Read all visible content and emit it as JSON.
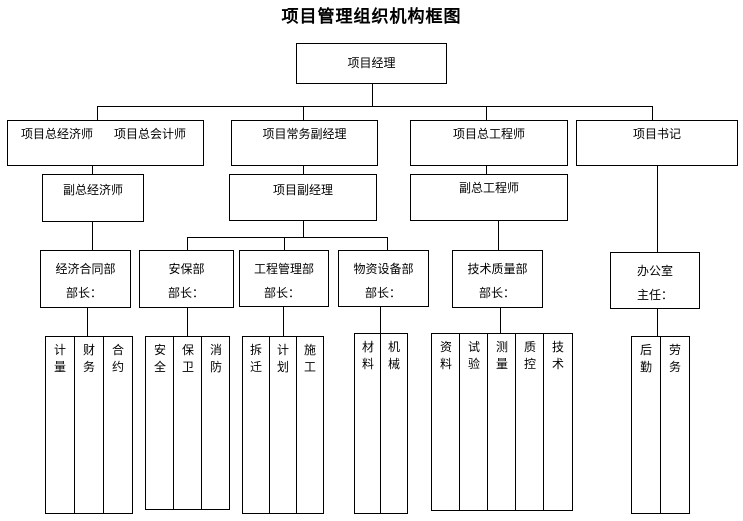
{
  "title": "项目管理组织机构框图",
  "top": "项目经理",
  "level2": {
    "economist": "项目总经济师",
    "accountant": "项目总会计师",
    "executive": "项目常务副经理",
    "engineer": "项目总工程师",
    "secretary": "项目书记"
  },
  "level3": {
    "vice_economist": "副总经济师",
    "vice_manager": "项目副经理",
    "vice_engineer": "副总工程师"
  },
  "departments": [
    {
      "name": "经济合同部",
      "head": "部长："
    },
    {
      "name": "安保部",
      "head": "部长："
    },
    {
      "name": "工程管理部",
      "head": "部长："
    },
    {
      "name": "物资设备部",
      "head": "部长："
    },
    {
      "name": "技术质量部",
      "head": "部长："
    },
    {
      "name": "办公室",
      "head": "主任："
    }
  ],
  "leaves": [
    [
      "计量",
      "财务",
      "合约"
    ],
    [
      "安全",
      "保卫",
      "消防"
    ],
    [
      "拆迁",
      "计划",
      "施工"
    ],
    [
      "材料",
      "机械"
    ],
    [
      "资料",
      "试验",
      "测量",
      "质控",
      "技术"
    ],
    [
      "后勤",
      "劳务"
    ]
  ]
}
